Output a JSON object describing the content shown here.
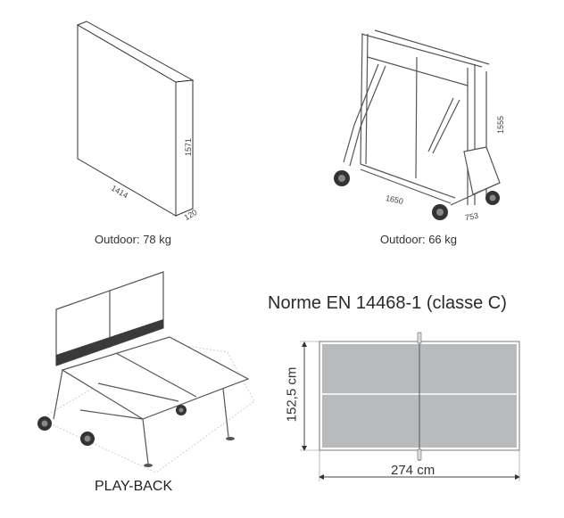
{
  "panels": {
    "folded_box": {
      "caption": "Outdoor: 78 kg",
      "dimensions": {
        "length": "1414",
        "height": "1571",
        "depth": "120"
      }
    },
    "folded_table": {
      "caption": "Outdoor: 66 kg",
      "dimensions": {
        "length": "1650",
        "height": "1555",
        "depth": "753"
      }
    },
    "playback": {
      "caption": "PLAY-BACK"
    },
    "norm_plan": {
      "title": "Norme EN 14468-1  (classe C)",
      "width_label": "274 cm",
      "height_label": "152,5 cm",
      "colors": {
        "surface": "#b9babd",
        "frame": "#7a7a7a",
        "center_line": "#ffffff"
      }
    }
  }
}
